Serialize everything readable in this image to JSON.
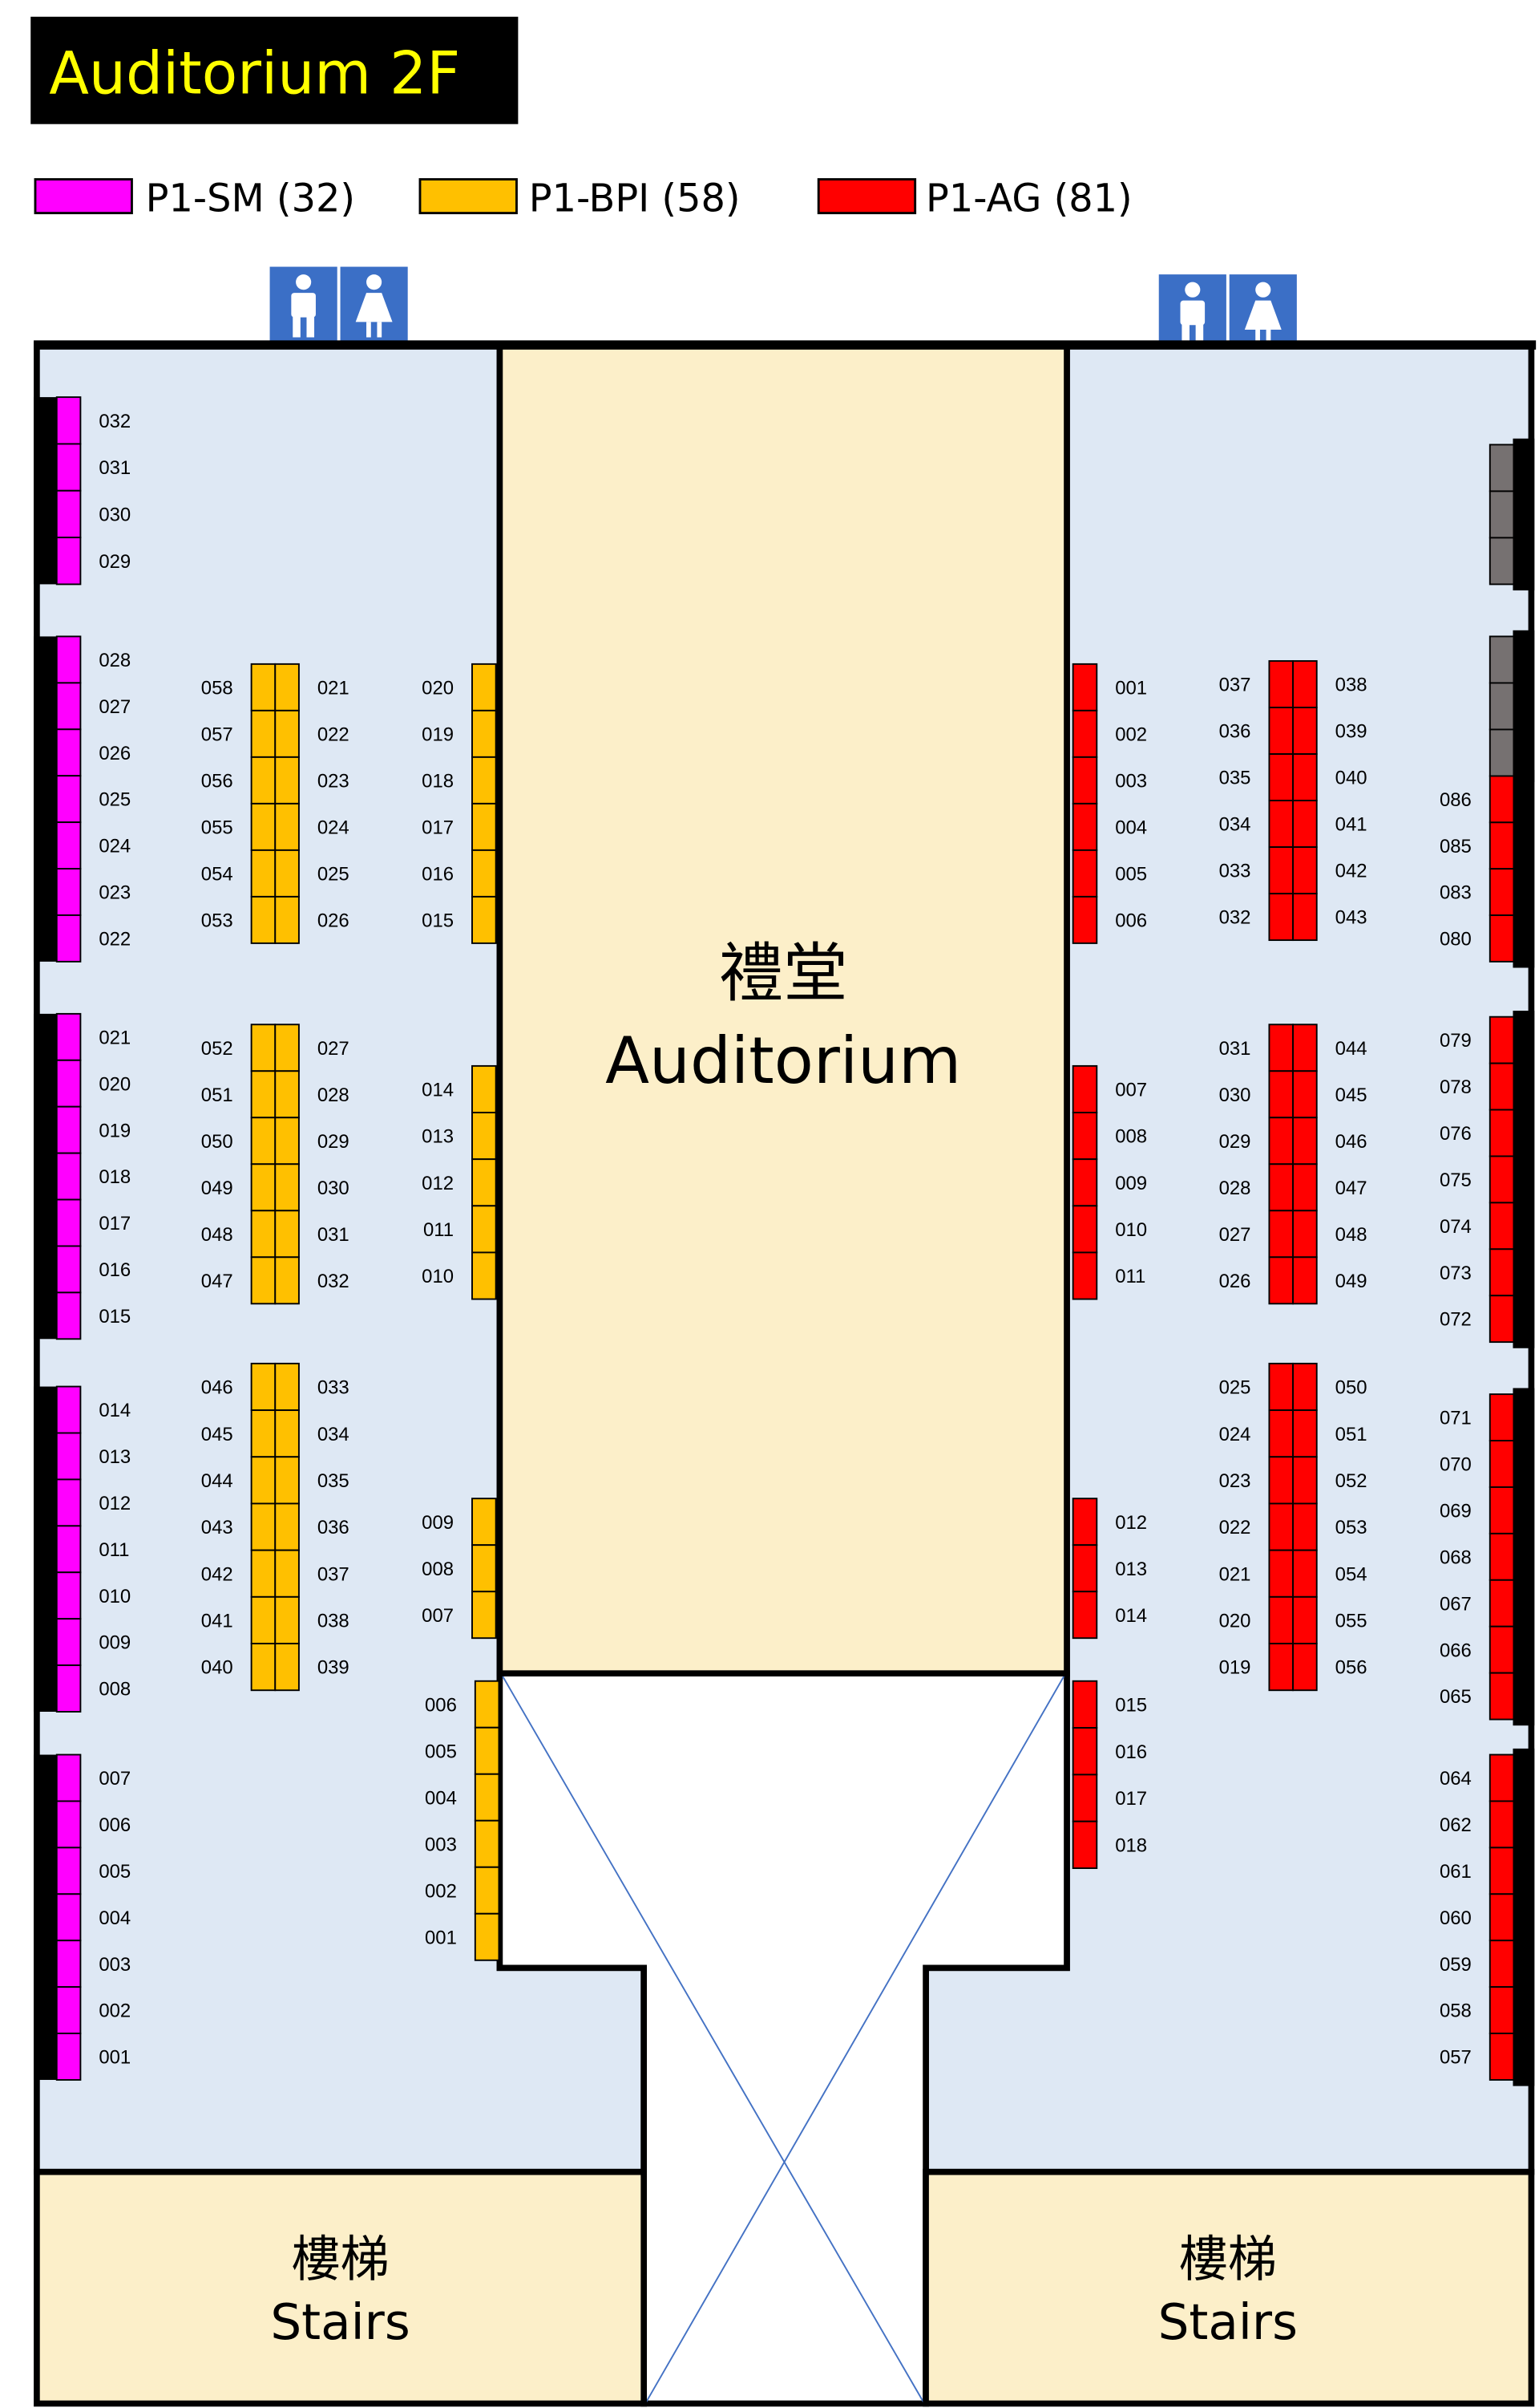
{
  "title": "Auditorium 2F",
  "legend": [
    {
      "label": "P1-SM (32)",
      "color": "#ff00ff"
    },
    {
      "label": "P1-BPI (58)",
      "color": "#ffc000"
    },
    {
      "label": "P1-AG (81)",
      "color": "#ff0000"
    }
  ],
  "restrooms": [
    {
      "icons": [
        "male-restroom-icon",
        "female-restroom-icon"
      ]
    },
    {
      "icons": [
        "male-restroom-icon",
        "female-restroom-icon"
      ]
    }
  ],
  "auditorium": {
    "zh": "禮堂",
    "en": "Auditorium"
  },
  "stairs": [
    {
      "zh": "樓梯",
      "en": "Stairs"
    },
    {
      "zh": "樓梯",
      "en": "Stairs"
    }
  ],
  "colors": {
    "sm": "#ff00ff",
    "bpi": "#ffc000",
    "ag": "#ff0000",
    "unassigned": "#767171",
    "floor": "#dee8f4",
    "hall": "#fcefc9",
    "restroom": "#3b6fc6"
  },
  "seat_groups": [
    {
      "group": "P1-SM",
      "seats": [
        "032",
        "031",
        "030",
        "029"
      ]
    },
    {
      "group": "P1-SM",
      "seats": [
        "028",
        "027",
        "026",
        "025",
        "024",
        "023",
        "022"
      ]
    },
    {
      "group": "P1-SM",
      "seats": [
        "021",
        "020",
        "019",
        "018",
        "017",
        "016",
        "015"
      ]
    },
    {
      "group": "P1-SM",
      "seats": [
        "014",
        "013",
        "012",
        "011",
        "010",
        "009",
        "008"
      ]
    },
    {
      "group": "P1-SM",
      "seats": [
        "007",
        "006",
        "005",
        "004",
        "003",
        "002",
        "001"
      ]
    },
    {
      "group": "P1-BPI",
      "seats": [
        "020",
        "019",
        "018",
        "017",
        "016",
        "015"
      ]
    },
    {
      "group": "P1-BPI",
      "seats": [
        "014",
        "013",
        "012",
        "011",
        "010"
      ]
    },
    {
      "group": "P1-BPI",
      "seats": [
        "009",
        "008",
        "007"
      ]
    },
    {
      "group": "P1-BPI",
      "seats": [
        "006",
        "005",
        "004",
        "003",
        "002",
        "001"
      ]
    },
    {
      "group": "P1-AG",
      "seats": [
        "001",
        "002",
        "003",
        "004",
        "005",
        "006"
      ]
    },
    {
      "group": "P1-AG",
      "seats": [
        "007",
        "008",
        "009",
        "010",
        "011"
      ]
    },
    {
      "group": "P1-AG",
      "seats": [
        "012",
        "013",
        "014"
      ]
    },
    {
      "group": "P1-AG",
      "seats": [
        "015",
        "016",
        "017",
        "018"
      ]
    },
    {
      "group": "unassigned",
      "seats": [
        "",
        "",
        ""
      ]
    },
    {
      "group": "unassigned",
      "seats": [
        "",
        "",
        ""
      ]
    },
    {
      "group": "P1-AG",
      "seats": [
        "086",
        "085",
        "083",
        "080"
      ]
    },
    {
      "group": "P1-AG",
      "seats": [
        "079",
        "078",
        "076",
        "075",
        "074",
        "073",
        "072"
      ]
    },
    {
      "group": "P1-AG",
      "seats": [
        "071",
        "070",
        "069",
        "068",
        "067",
        "066",
        "065"
      ]
    },
    {
      "group": "P1-AG",
      "seats": [
        "064",
        "062",
        "061",
        "060",
        "059",
        "058",
        "057"
      ]
    }
  ],
  "double_groups": [
    {
      "group": "P1-BPI",
      "left": [
        "058",
        "057",
        "056",
        "055",
        "054",
        "053"
      ],
      "right": [
        "021",
        "022",
        "023",
        "024",
        "025",
        "026"
      ]
    },
    {
      "group": "P1-BPI",
      "left": [
        "052",
        "051",
        "050",
        "049",
        "048",
        "047"
      ],
      "right": [
        "027",
        "028",
        "029",
        "030",
        "031",
        "032"
      ]
    },
    {
      "group": "P1-BPI",
      "left": [
        "046",
        "045",
        "044",
        "043",
        "042",
        "041",
        "040"
      ],
      "right": [
        "033",
        "034",
        "035",
        "036",
        "037",
        "038",
        "039"
      ]
    },
    {
      "group": "P1-AG",
      "left": [
        "037",
        "036",
        "035",
        "034",
        "033",
        "032"
      ],
      "right": [
        "038",
        "039",
        "040",
        "041",
        "042",
        "043"
      ]
    },
    {
      "group": "P1-AG",
      "left": [
        "031",
        "030",
        "029",
        "028",
        "027",
        "026"
      ],
      "right": [
        "044",
        "045",
        "046",
        "047",
        "048",
        "049"
      ]
    },
    {
      "group": "P1-AG",
      "left": [
        "025",
        "024",
        "023",
        "022",
        "021",
        "020",
        "019"
      ],
      "right": [
        "050",
        "051",
        "052",
        "053",
        "054",
        "055",
        "056"
      ]
    }
  ]
}
